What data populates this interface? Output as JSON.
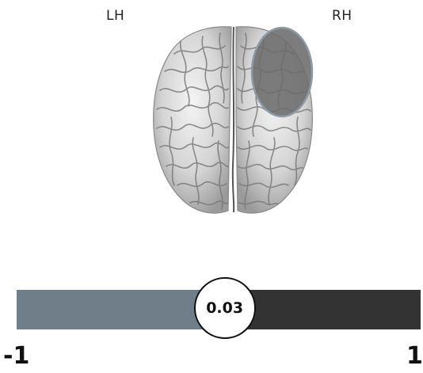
{
  "labels": {
    "left_hemisphere": "LH",
    "right_hemisphere": "RH"
  },
  "scale": {
    "min_label": "-1",
    "max_label": "1",
    "value_label": "0.03",
    "min": -1,
    "max": 1,
    "value": 0.03,
    "left_color": "#6f7e89",
    "right_color": "#333333"
  },
  "highlight": {
    "hemisphere": "right",
    "color": "#6b6b6b"
  }
}
